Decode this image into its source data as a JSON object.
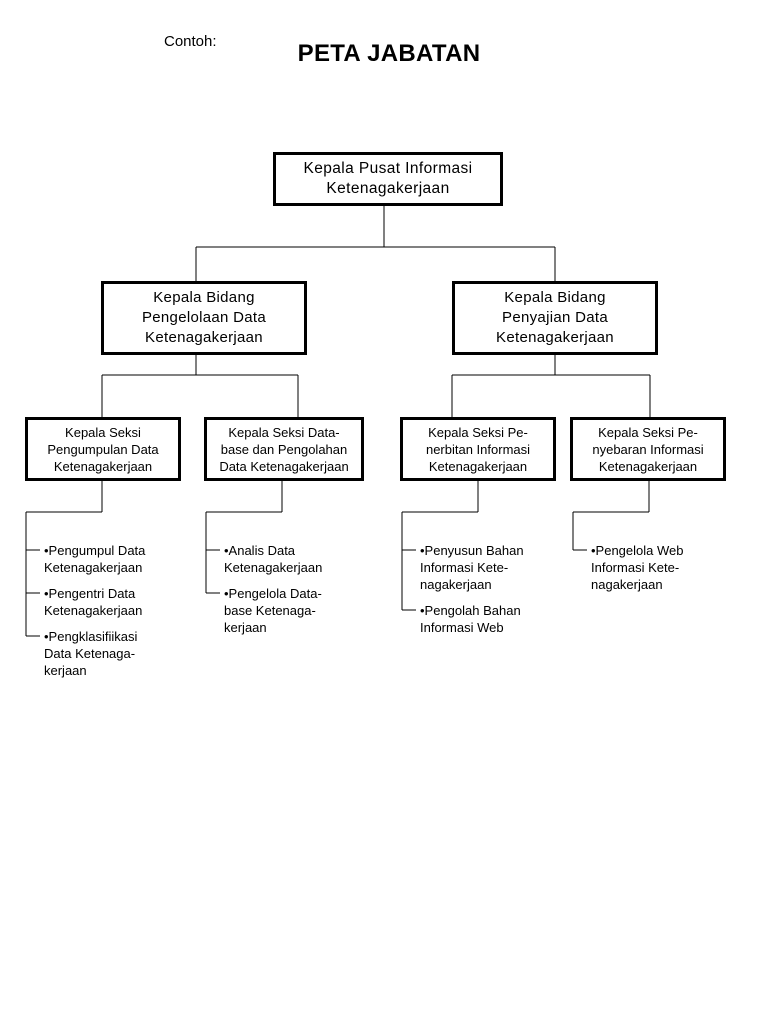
{
  "header": {
    "example_label": "Contoh:",
    "title": "PETA JABATAN"
  },
  "org": {
    "head": "Kepala  Pusat Informasi\nKetenagakerjaan",
    "divisions": [
      {
        "title": "Kepala Bidang\nPengelolaan Data\nKetenagakerjaan",
        "sections": [
          {
            "title": "Kepala Seksi\nPengumpulan Data\nKetenagakerjaan",
            "tasks": [
              "•Pengumpul Data\nKetenagakerjaan",
              "•Pengentri Data\nKetenagakerjaan",
              "•Pengklasifiikasi\nData Ketenaga-\nkerjaan"
            ]
          },
          {
            "title": "Kepala Seksi Data-\nbase dan Pengolahan\nData Ketenagakerjaan",
            "tasks": [
              "•Analis  Data\nKetenagakerjaan",
              "•Pengelola Data-\nbase Ketenaga-\nkerjaan"
            ]
          }
        ]
      },
      {
        "title": "Kepala Bidang\nPenyajian Data\nKetenagakerjaan",
        "sections": [
          {
            "title": "Kepala Seksi Pe-\nnerbitan Informasi\nKetenagakerjaan",
            "tasks": [
              "•Penyusun Bahan\nInformasi  Kete-\nnagakerjaan",
              "•Pengolah Bahan\nInformasi Web"
            ]
          },
          {
            "title": "Kepala Seksi Pe-\nnyebaran Informasi\nKetenagakerjaan",
            "tasks": [
              "•Pengelola Web\nInformasi  Kete-\nnagakerjaan"
            ]
          }
        ]
      }
    ]
  }
}
